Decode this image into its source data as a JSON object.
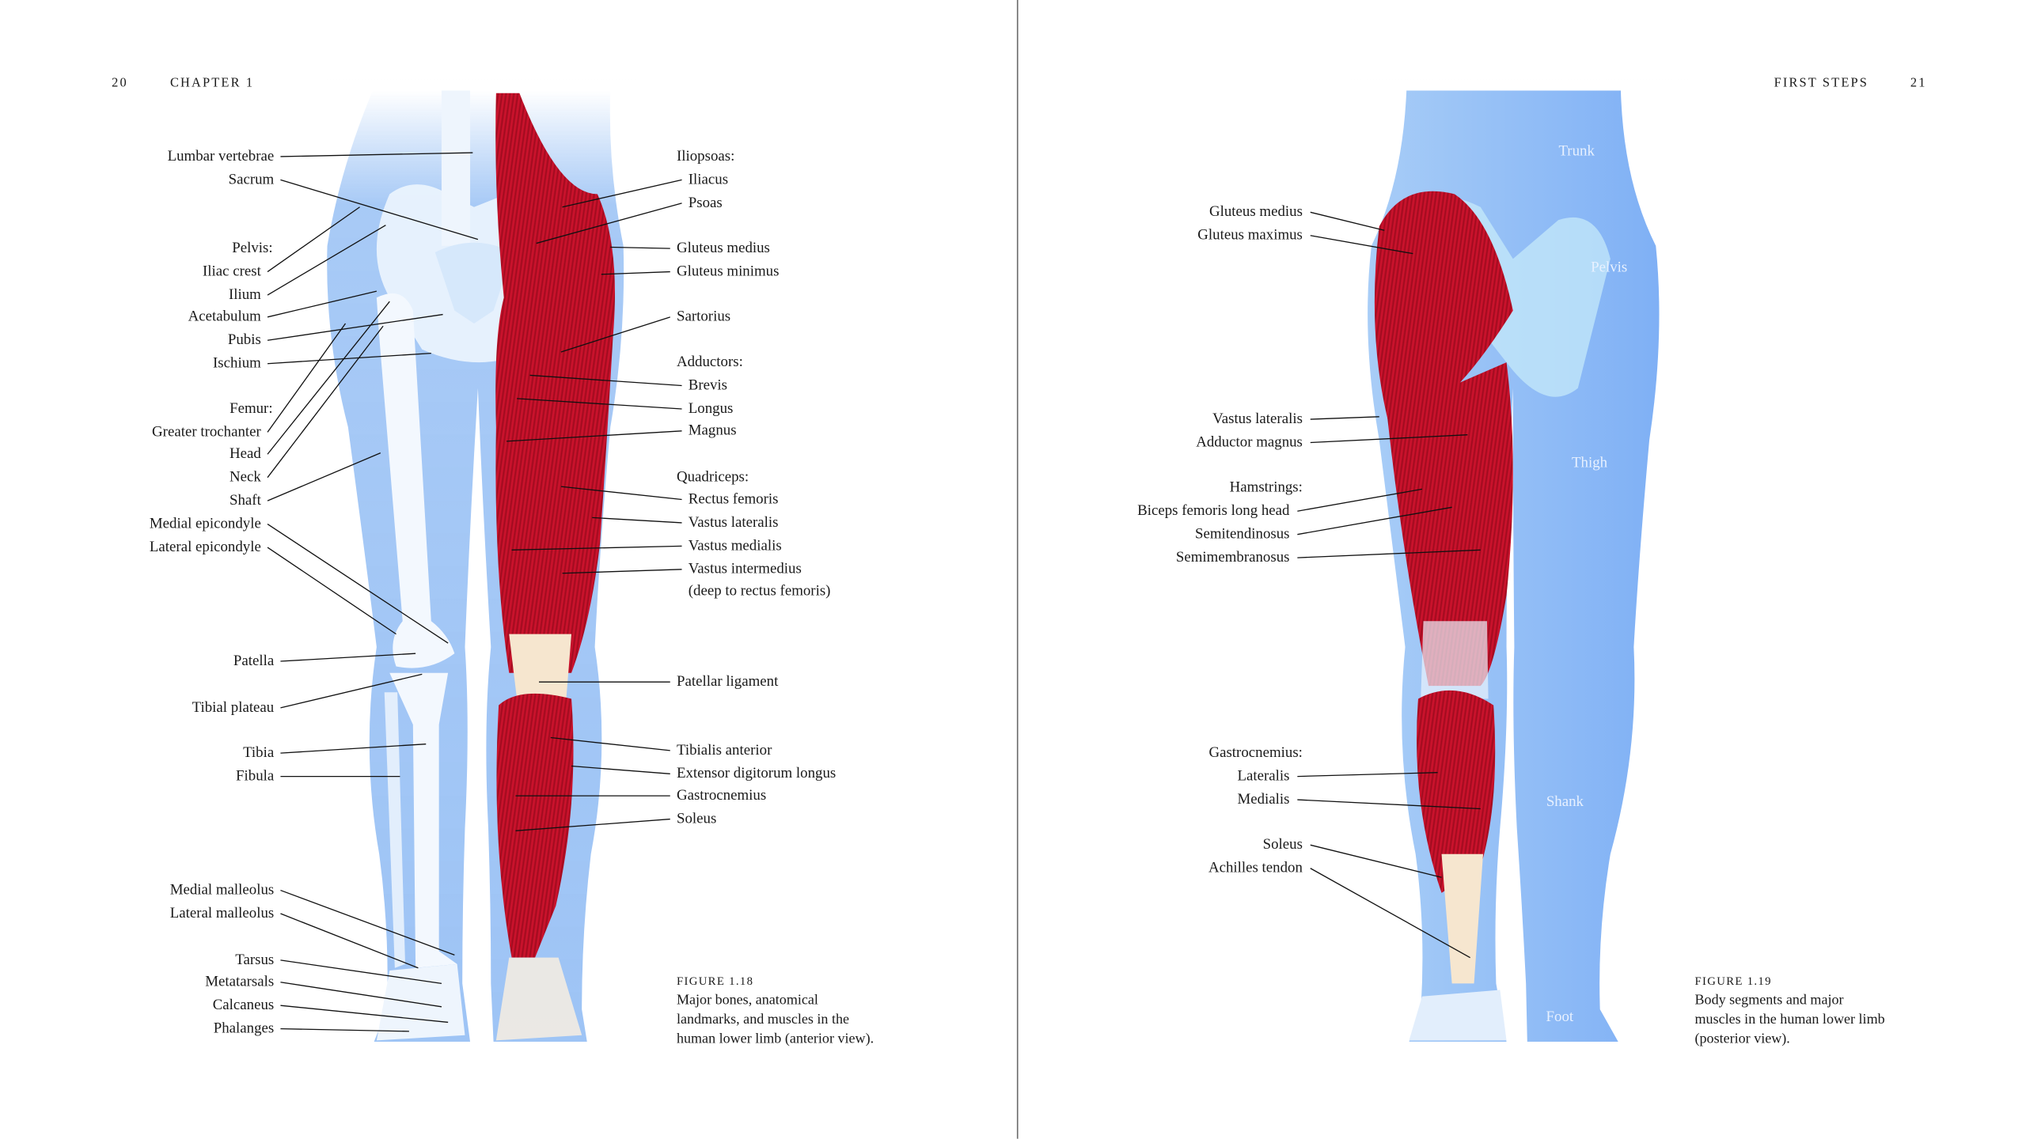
{
  "left_page": {
    "page_number": "20",
    "running_head": "CHAPTER 1",
    "labels_left": [
      "Lumbar vertebrae",
      "Sacrum",
      "Pelvis:",
      "Iliac crest",
      "Ilium",
      "Acetabulum",
      "Pubis",
      "Ischium",
      "Femur:",
      "Greater trochanter",
      "Head",
      "Neck",
      "Shaft",
      "Medial epicondyle",
      "Lateral epicondyle",
      "Patella",
      "Tibial plateau",
      "Tibia",
      "Fibula",
      "Medial malleolus",
      "Lateral malleolus",
      "Tarsus",
      "Metatarsals",
      "Calcaneus",
      "Phalanges"
    ],
    "labels_right": [
      "Iliopsoas:",
      "Iliacus",
      "Psoas",
      "Gluteus medius",
      "Gluteus minimus",
      "Sartorius",
      "Adductors:",
      "Brevis",
      "Longus",
      "Magnus",
      "Quadriceps:",
      "Rectus femoris",
      "Vastus lateralis",
      "Vastus medialis",
      "Vastus intermedius",
      "(deep to rectus femoris)",
      "Patellar ligament",
      "Tibialis anterior",
      "Extensor digitorum longus",
      "Gastrocnemius",
      "Soleus"
    ],
    "caption": {
      "figure": "FIGURE 1.18",
      "lines": [
        "Major bones, anatomical",
        "landmarks, and muscles in the",
        "human lower limb (anterior view)."
      ]
    }
  },
  "right_page": {
    "page_number": "21",
    "running_head": "FIRST STEPS",
    "labels_left": [
      "Gluteus medius",
      "Gluteus maximus",
      "Vastus lateralis",
      "Adductor magnus",
      "Hamstrings:",
      "Biceps femoris long head",
      "Semitendinosus",
      "Semimembranosus",
      "Gastrocnemius:",
      "Lateralis",
      "Medialis",
      "Soleus",
      "Achilles tendon"
    ],
    "segments": [
      "Trunk",
      "Pelvis",
      "Thigh",
      "Shank",
      "Foot"
    ],
    "caption": {
      "figure": "FIGURE 1.19",
      "lines": [
        "Body segments and major",
        "muscles in the human lower limb",
        "(posterior view)."
      ]
    }
  },
  "colors": {
    "skin_blue": "#9ec4f5",
    "bone": "#eef5fd",
    "muscle": "#c8102e",
    "tendon": "#f6e6cf"
  }
}
